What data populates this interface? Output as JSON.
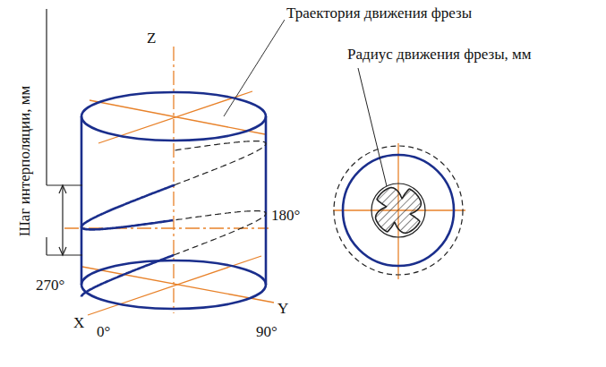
{
  "diagram": {
    "labels": [
      "Шаг интерполяции, мм",
      "Z",
      "Траектория движения фрезы",
      "Радиус движения фрезы, мм",
      "180°",
      "270°",
      "X",
      "0°",
      "Y",
      "90°"
    ]
  }
}
